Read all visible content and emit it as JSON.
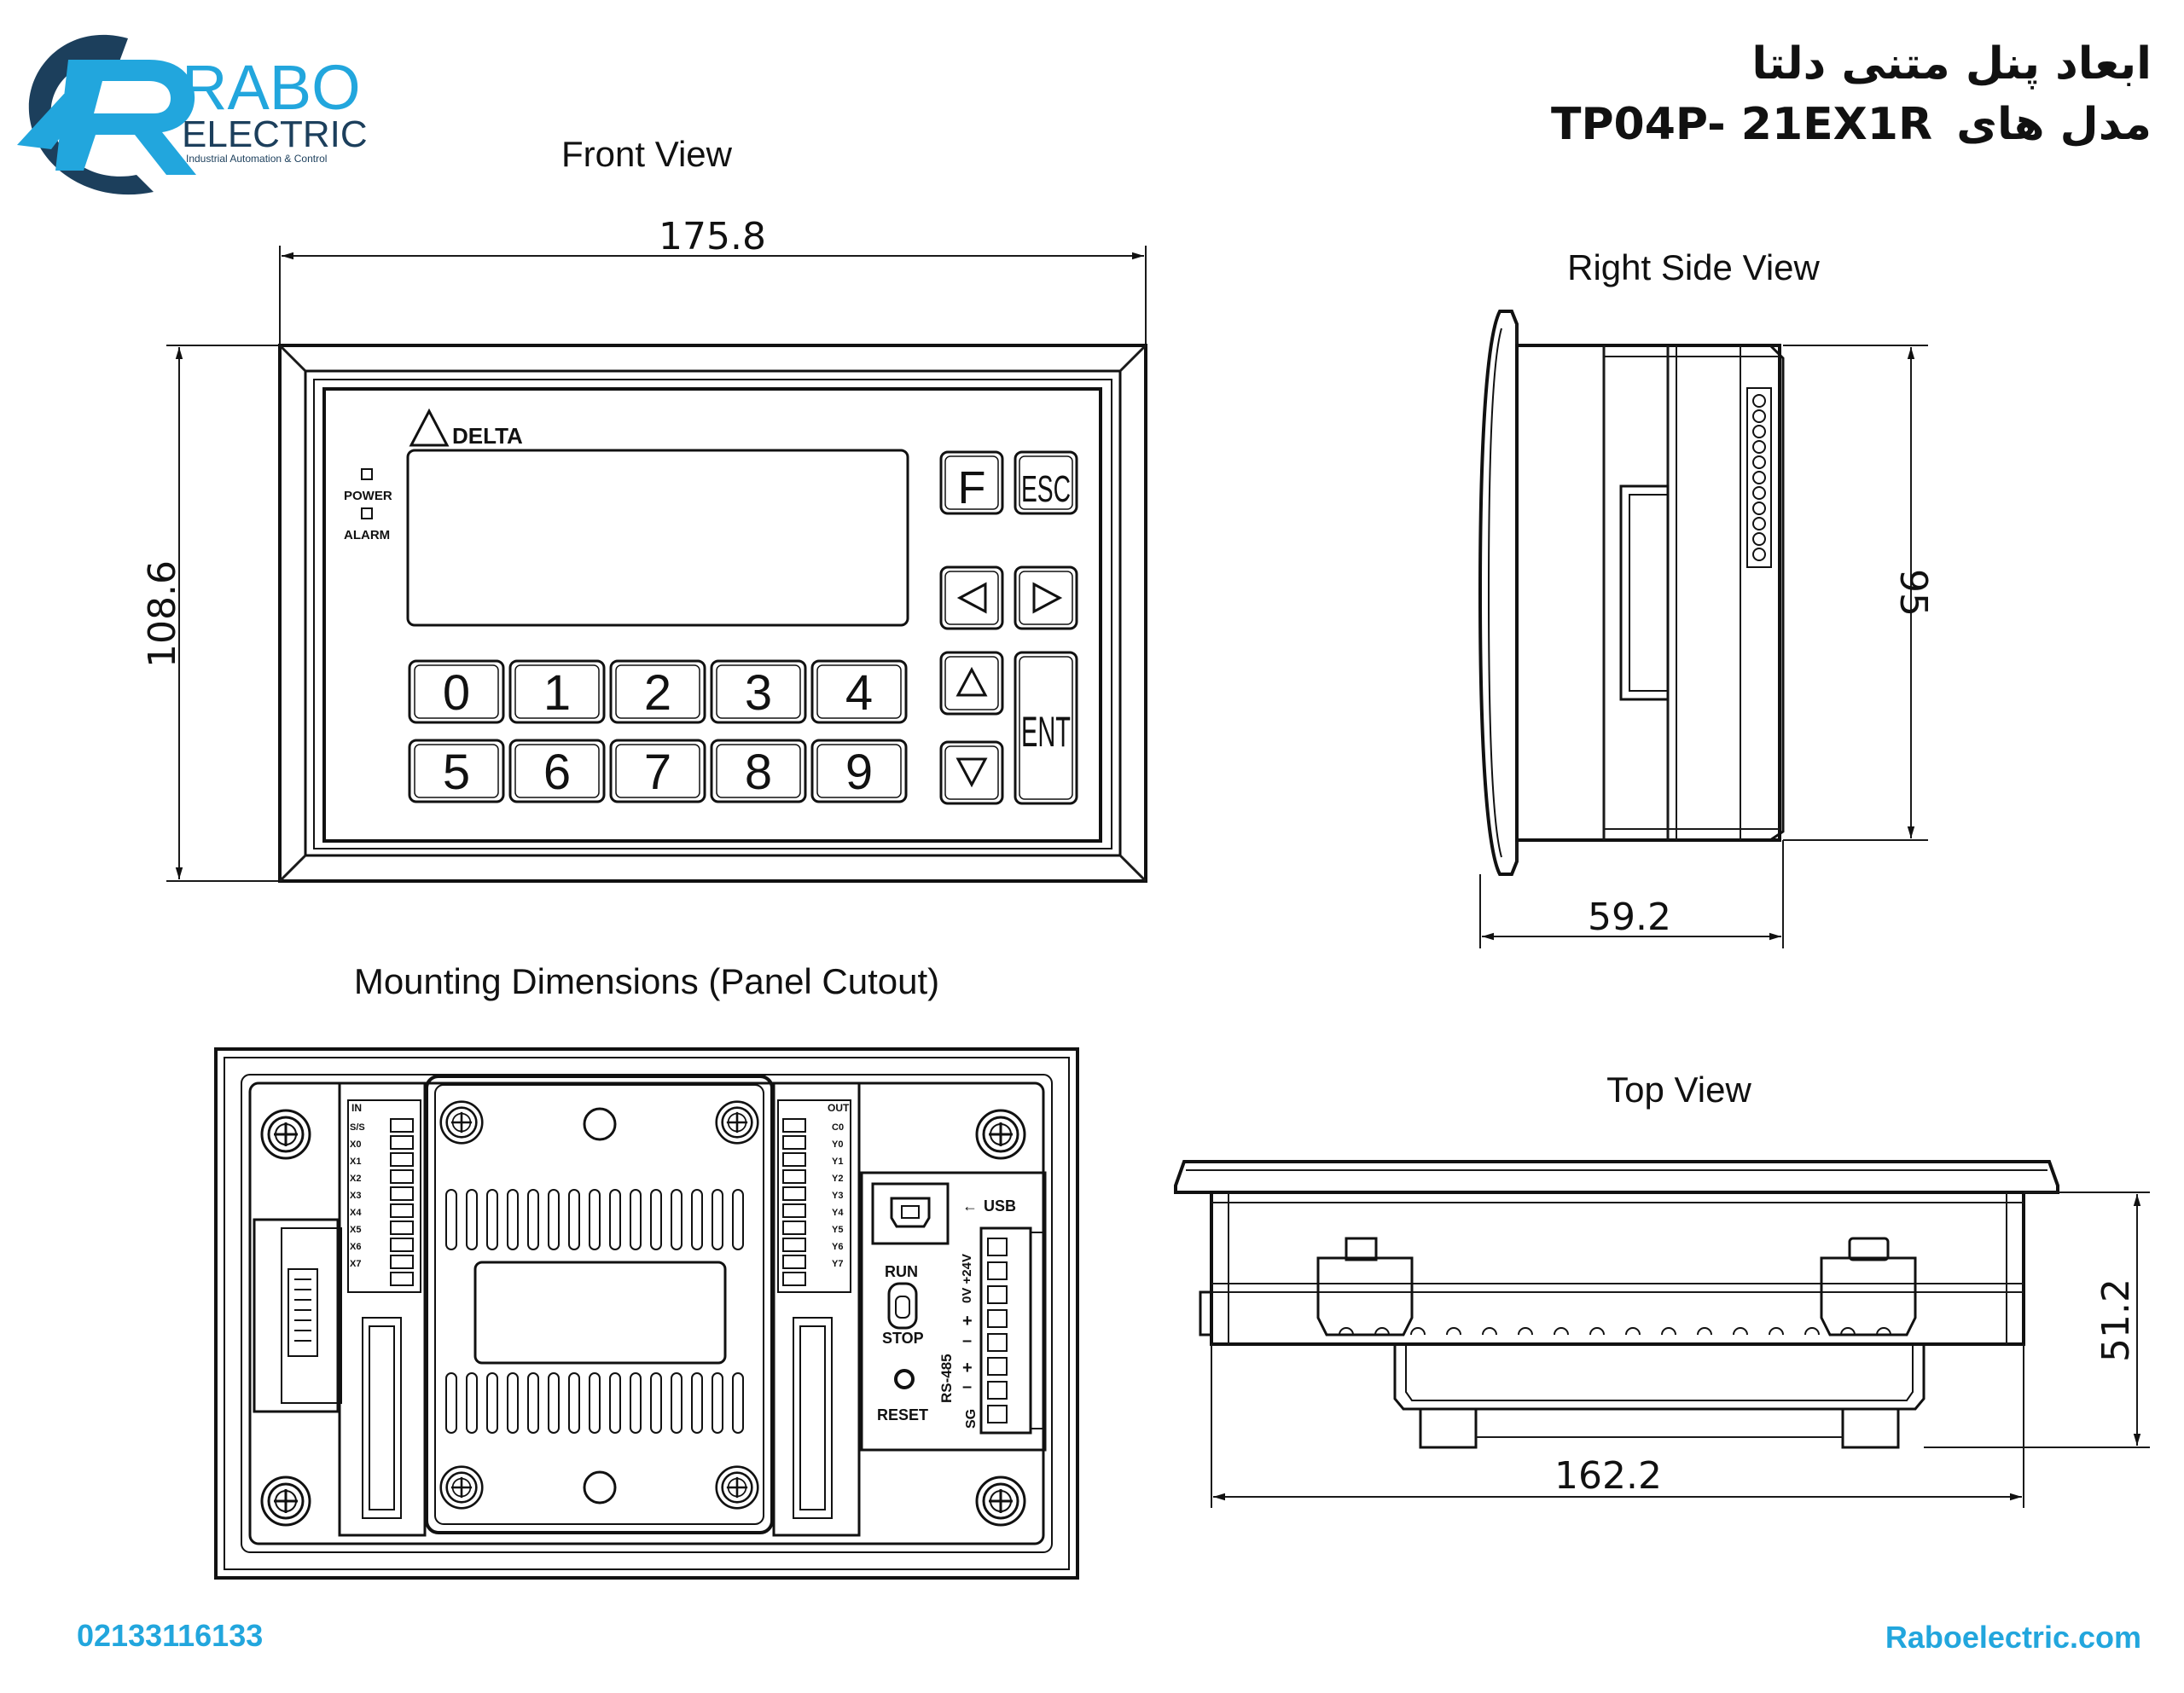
{
  "brand": {
    "name": "RABO",
    "name_line2": "ELECTRIC",
    "tagline": "Industrial Automation & Control",
    "colors": {
      "primary": "#22a6dd",
      "dark": "#1c3f5c"
    }
  },
  "header": {
    "title_line1": "ابعاد پنل متنی دلتا",
    "title_line2_prefix": "مدل های",
    "model": "TP04P- 21EX1R"
  },
  "views": {
    "front": {
      "title": "Front View",
      "width_dim": "175.8",
      "height_dim": "108.6",
      "logo_text": "DELTA",
      "led_power": "POWER",
      "led_alarm": "ALARM",
      "keys_top": [
        "F",
        "ESC"
      ],
      "key_ent": "ENT",
      "digits_row1": [
        "0",
        "1",
        "2",
        "3",
        "4"
      ],
      "digits_row2": [
        "5",
        "6",
        "7",
        "8",
        "9"
      ]
    },
    "right_side": {
      "title": "Right Side View",
      "height_dim": "95",
      "depth_dim": "59.2"
    },
    "mounting": {
      "title": "Mounting Dimensions (Panel Cutout)",
      "in_label": "IN",
      "out_label": "OUT",
      "inputs": [
        "S/S",
        "X0",
        "X1",
        "X2",
        "X3",
        "X4",
        "X5",
        "X6",
        "X7"
      ],
      "outputs": [
        "C0",
        "Y0",
        "Y1",
        "Y2",
        "Y3",
        "Y4",
        "Y5",
        "Y6",
        "Y7"
      ],
      "usb": "USB",
      "run": "RUN",
      "stop": "STOP",
      "reset": "RESET",
      "rs485": "RS-485",
      "power_label": "0V +24V",
      "terminal_marks": [
        "+",
        "–",
        "+",
        "–",
        "SG"
      ]
    },
    "top": {
      "title": "Top View",
      "width_dim": "162.2",
      "height_dim": "51.2"
    }
  },
  "footer": {
    "phone": "02133116133",
    "website": "Raboelectric.com"
  }
}
